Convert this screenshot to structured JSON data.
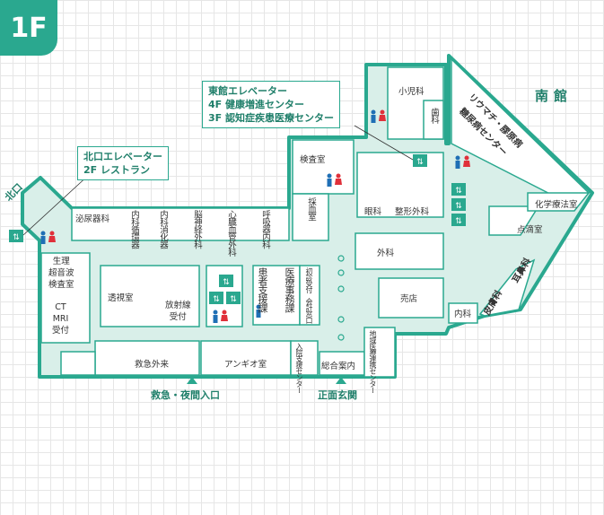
{
  "floor": "1F",
  "callouts": {
    "east_elevator": [
      "東館エレベーター",
      "4F 健康増進センター",
      "3F 認知症疾患医療センター"
    ],
    "north_elevator": [
      "北口エレベーター",
      "2F レストラン"
    ]
  },
  "wings": {
    "south": "南館"
  },
  "entrances": {
    "north": "北口",
    "emergency_night": "救急・夜間入口",
    "main": "正面玄関"
  },
  "rooms": {
    "urology": "泌尿器科",
    "cardiovascular": "内科循環器",
    "gastro": "内科消化器",
    "neurology": "脳神経外科",
    "cardiac_surgery": "心臓血管外科",
    "respiratory": "呼吸器内科",
    "examination": "検査室",
    "blood_draw": "採血室",
    "pediatrics": "小児科",
    "dentistry": "歯科",
    "ophthalmology": "眼科",
    "orthopedics": "整形外科",
    "rheumatology": "リウマチ・膠原病",
    "diabetes": "糖尿病センター",
    "chemotherapy": "化学療法室",
    "infusion": "点滴室",
    "surgery": "外科",
    "shop": "売店",
    "internal": "内科",
    "dermatology": "皮膚科",
    "ent": "耳鼻科",
    "physio": [
      "生理",
      "超音波",
      "検査室"
    ],
    "ct_mri": [
      "CT",
      "MRI",
      "受付"
    ],
    "fluoroscopy": "透視室",
    "radiology": [
      "放射線",
      "受付"
    ],
    "emergency_outpatient": "救急外来",
    "angio": "アンギオ室",
    "patient_support": [
      "患者",
      "支援課"
    ],
    "medical_affairs": [
      "医療",
      "事務課"
    ],
    "first_visit": [
      "初診",
      "受付"
    ],
    "accounting": [
      "会計",
      "窓口"
    ],
    "admission": [
      "入院支援",
      "センター"
    ],
    "information": "総合案内",
    "regional": [
      "地域医療",
      "連携センター"
    ]
  },
  "colors": {
    "accent": "#2aa88f",
    "floor": "#d9efe9",
    "text_accent": "#1f7f6a"
  }
}
